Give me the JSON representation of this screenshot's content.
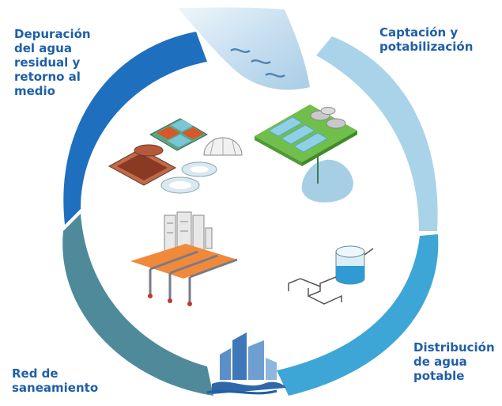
{
  "stages": {
    "depuracion": {
      "lines": [
        "Depuración",
        "del agua",
        "residual y",
        "retorno al",
        "medio"
      ]
    },
    "captacion": {
      "lines": [
        "Captación y",
        "potabilización"
      ]
    },
    "distribucion": {
      "lines": [
        "Distribución",
        "de agua",
        "potable"
      ]
    },
    "red": {
      "lines": [
        "Red de",
        "saneamiento"
      ]
    }
  },
  "colors": {
    "text": "#1f5fa8",
    "arc_depuracion": "#1f6fbf",
    "arc_captacion": "#a9d3e8",
    "arc_distribucion": "#3ea6d6",
    "arc_red": "#4f8a9a",
    "river": "#b8d6ea",
    "platform_green": "#6fbf4a",
    "platform_orange": "#f08a3a"
  },
  "icons": [
    "river-icon",
    "water-treatment-plant-icon",
    "wastewater-treatment-plant-icon",
    "sewer-network-icon",
    "water-tank-pipes-icon",
    "city-buildings-icon"
  ]
}
